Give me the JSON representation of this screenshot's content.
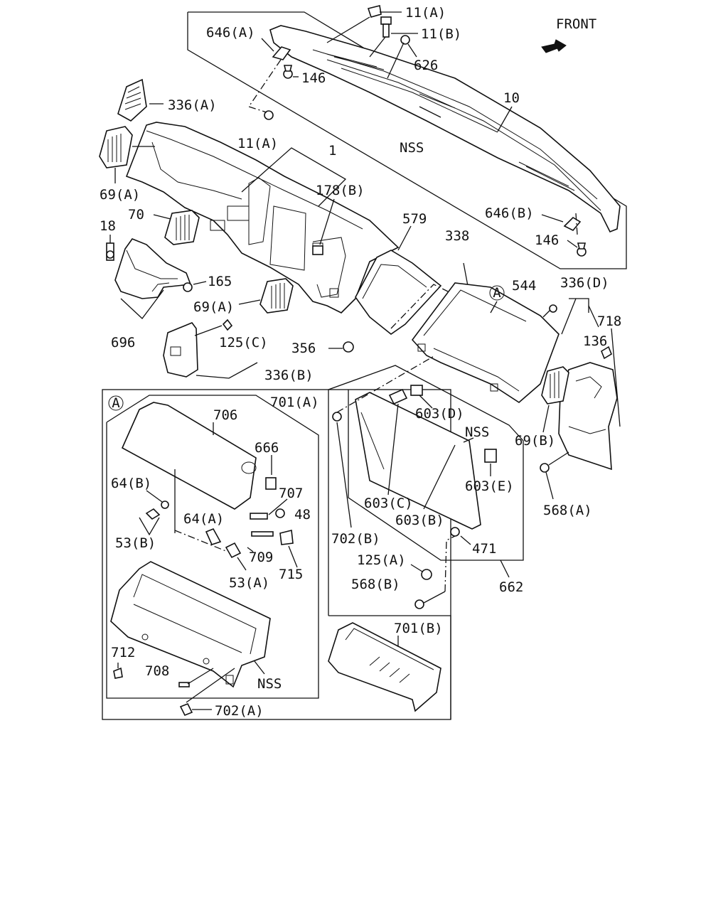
{
  "front": "FRONT",
  "callout": "A",
  "labels": {
    "l_11a_top": "11(A)",
    "l_646a": "646(A)",
    "l_11b": "11(B)",
    "l_626": "626",
    "l_146_top": "146",
    "l_10": "10",
    "l_336a": "336(A)",
    "l_11a_mid": "11(A)",
    "l_nss_top": "NSS",
    "l_1": "1",
    "l_69a_left": "69(A)",
    "l_178b": "178(B)",
    "l_646b": "646(B)",
    "l_70": "70",
    "l_579": "579",
    "l_18": "18",
    "l_338": "338",
    "l_146_right": "146",
    "l_165": "165",
    "l_544": "544",
    "l_336d": "336(D)",
    "l_69a_mid": "69(A)",
    "l_718": "718",
    "l_136": "136",
    "l_696": "696",
    "l_125c": "125(C)",
    "l_356": "356",
    "l_336b": "336(B)",
    "l_701a": "701(A)",
    "l_706": "706",
    "l_603d": "603(D)",
    "l_666": "666",
    "l_nss_mid": "NSS",
    "l_69b": "69(B)",
    "l_64b": "64(B)",
    "l_707": "707",
    "l_603e": "603(E)",
    "l_64a": "64(A)",
    "l_48": "48",
    "l_603c": "603(C)",
    "l_568a": "568(A)",
    "l_53b": "53(B)",
    "l_603b": "603(B)",
    "l_702b": "702(B)",
    "l_709": "709",
    "l_471": "471",
    "l_125a": "125(A)",
    "l_715": "715",
    "l_53a": "53(A)",
    "l_568b": "568(B)",
    "l_662": "662",
    "l_701b": "701(B)",
    "l_712": "712",
    "l_708": "708",
    "l_nss_bot": "NSS",
    "l_702a": "702(A)"
  }
}
